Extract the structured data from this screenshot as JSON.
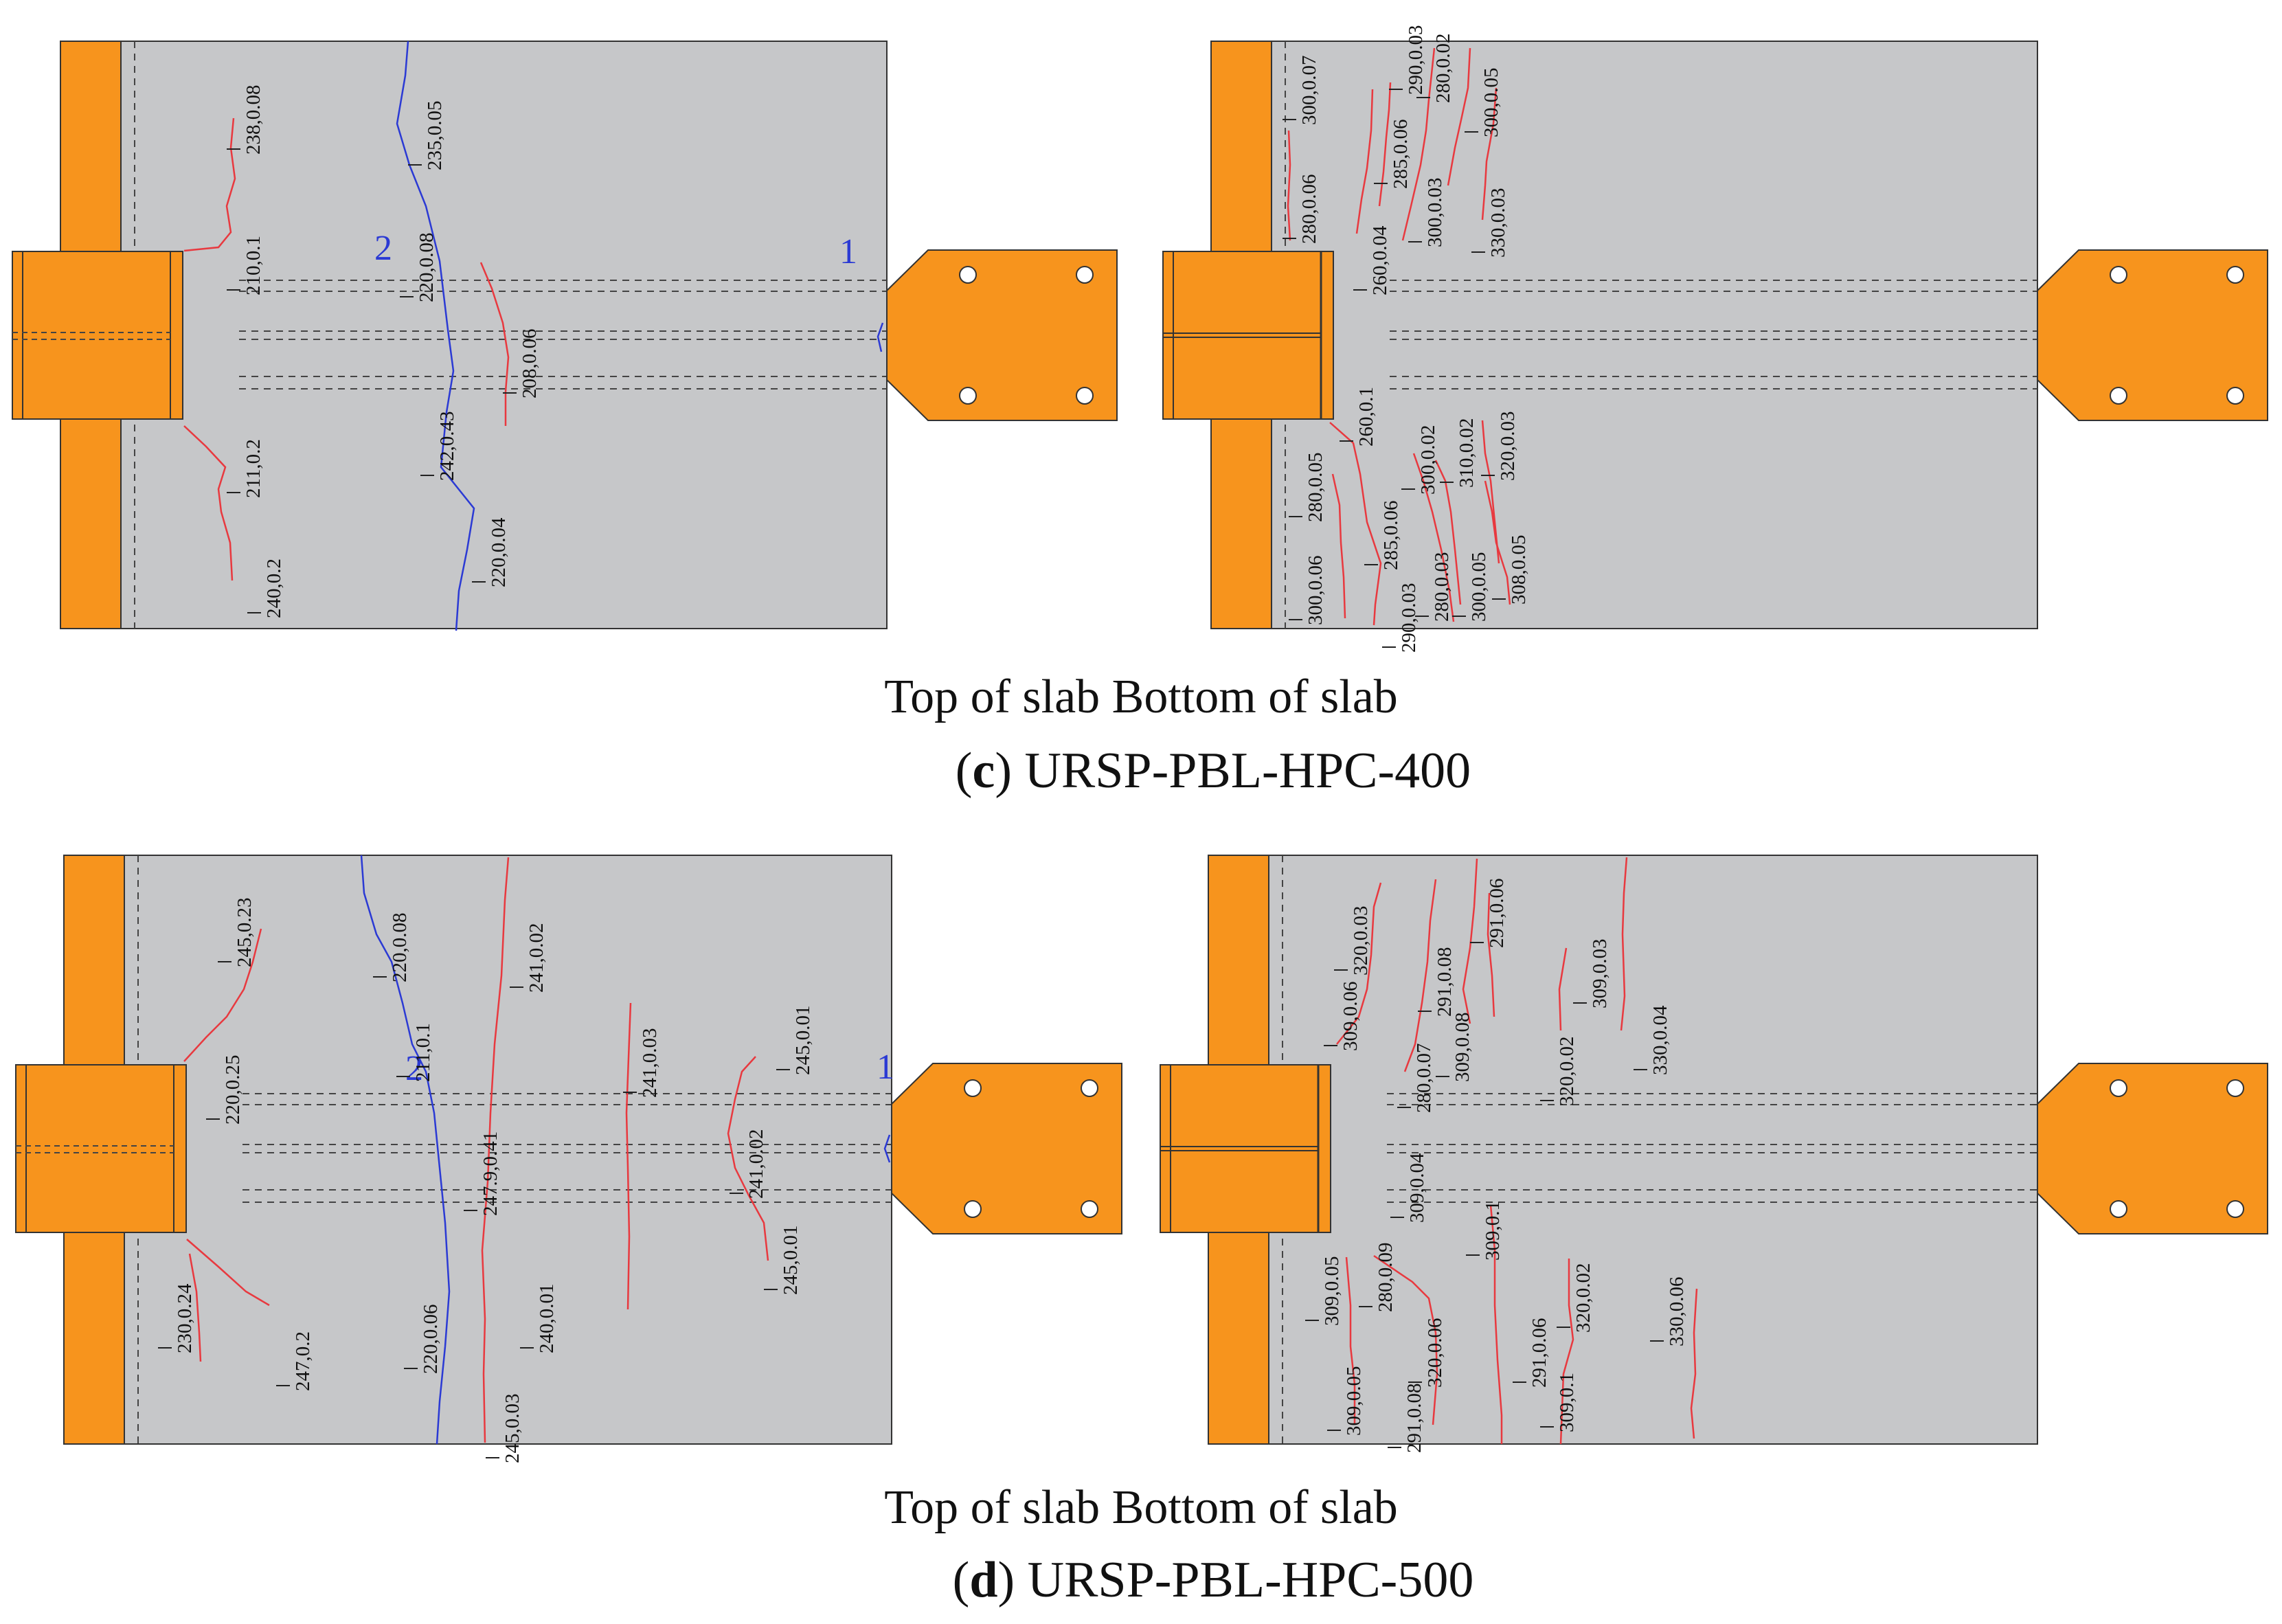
{
  "panels": [
    {
      "caption_letter": "c",
      "caption_text": "URSP-PBL-HPC-400",
      "top_label": "Top of slab",
      "bottom_label": "Bottom of slab",
      "blue_marks": [
        "2",
        "1"
      ],
      "top_cracks": [
        "238,0.08",
        "210,0.1",
        "235,0.05",
        "220,0.08",
        "208,0.06",
        "242,0.43",
        "211,0.2",
        "240,0.2",
        "220,0.04"
      ],
      "bottom_cracks": [
        "300,0.07",
        "280,0.06",
        "260,0.04",
        "285,0.06",
        "290,0.03",
        "280,0.02",
        "300,0.03",
        "330,0.03",
        "300,0.05",
        "280,0.05",
        "300,0.06",
        "260,0.1",
        "285,0.06",
        "290,0.03",
        "300,0.02",
        "280,0.03",
        "310,0.02",
        "300,0.05",
        "320,0.03",
        "308,0.05"
      ]
    },
    {
      "caption_letter": "d",
      "caption_text": "URSP-PBL-HPC-500",
      "top_label": "Top of slab",
      "bottom_label": "Bottom of slab",
      "blue_marks": [
        "2",
        "1"
      ],
      "top_cracks": [
        "245,0.23",
        "220,0.25",
        "220,0.08",
        "211,0.1",
        "247.9,0.41",
        "241,0.02",
        "241,0.03",
        "245,0.01",
        "241,0.02",
        "245,0.01",
        "230,0.24",
        "247,0.2",
        "220,0.06",
        "240,0.01",
        "245,0.03"
      ],
      "bottom_cracks": [
        "309,0.06",
        "320,0.03",
        "309,0.05",
        "291,0.06",
        "291,0.08",
        "280,0.07",
        "309,0.08",
        "309,0.03",
        "320,0.02",
        "330,0.04",
        "280,0.09",
        "309,0.05",
        "320,0.06",
        "291,0.08",
        "309,0.04",
        "309,0.1",
        "291,0.06",
        "320,0.02",
        "309,0.1",
        "330,0.06"
      ]
    }
  ],
  "colors": {
    "slab": "#c6c7c9",
    "steel": "#f7941d",
    "crack_red": "#e8393f",
    "crack_blue": "#2b3ad4",
    "outline": "#333333"
  }
}
